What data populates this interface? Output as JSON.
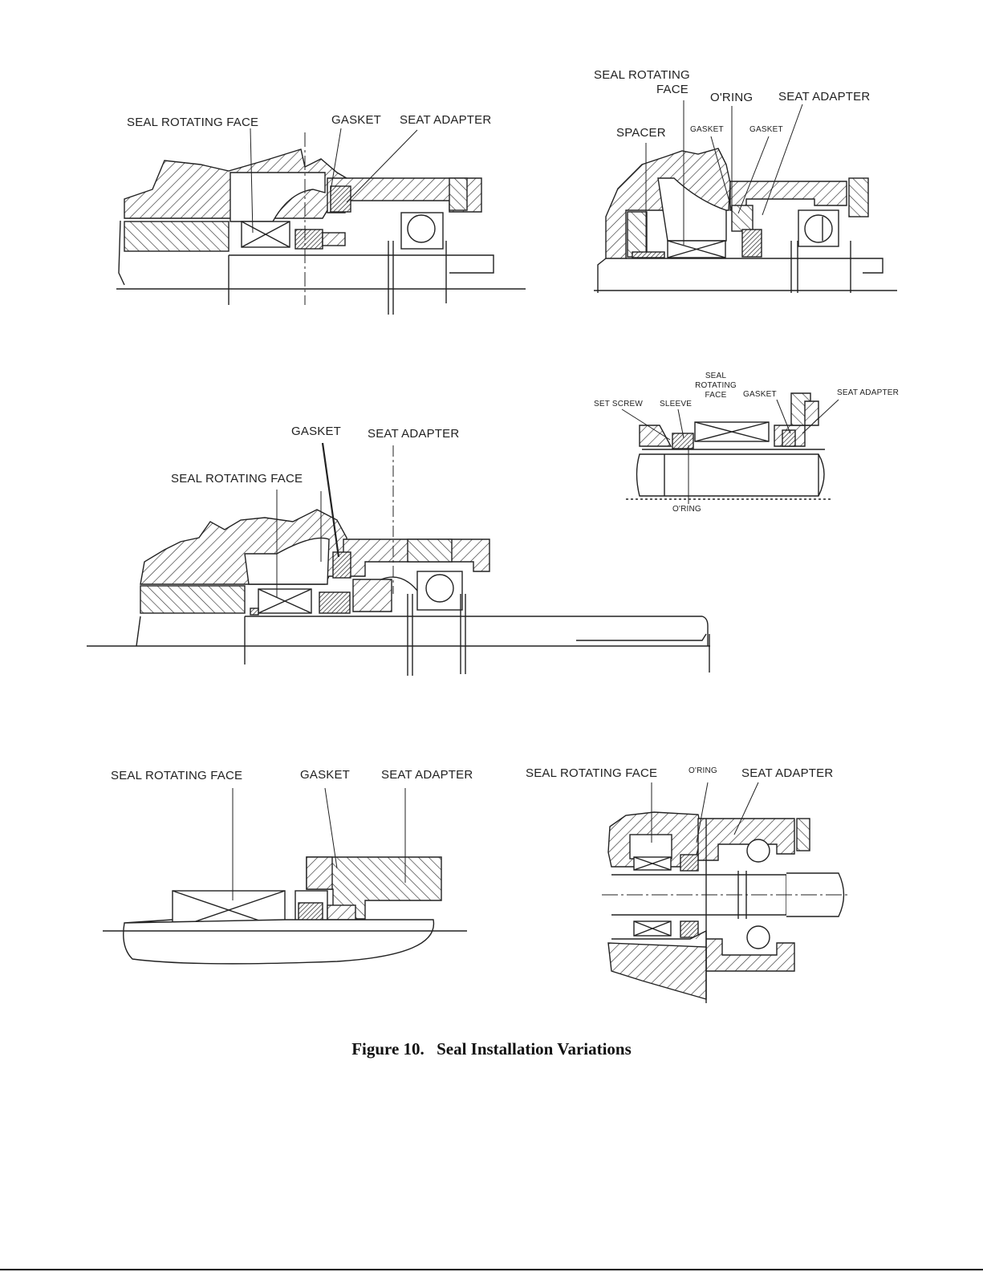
{
  "figure": {
    "number": "Figure 10.",
    "title": "Seal Installation Variations"
  },
  "views": [
    {
      "labels": {
        "seal_face": "SEAL ROTATING FACE",
        "gasket": "GASKET",
        "seat_adapter": "SEAT ADAPTER"
      }
    },
    {
      "labels": {
        "seal_face_line1": "SEAL ROTATING",
        "seal_face_line2": "FACE",
        "oring": "O'RING",
        "seat_adapter": "SEAT ADAPTER",
        "spacer": "SPACER",
        "gasket_a": "GASKET",
        "gasket_b": "GASKET"
      }
    },
    {
      "labels": {
        "set_screw": "SET SCREW",
        "sleeve": "SLEEVE",
        "seal_line1": "SEAL",
        "seal_line2": "ROTATING",
        "seal_line3": "FACE",
        "gasket": "GASKET",
        "seat_adapter": "SEAT ADAPTER",
        "oring": "O'RING"
      }
    },
    {
      "labels": {
        "gasket": "GASKET",
        "seat_adapter": "SEAT ADAPTER",
        "seal_face": "SEAL ROTATING FACE"
      }
    },
    {
      "labels": {
        "seal_face": "SEAL ROTATING FACE",
        "gasket": "GASKET",
        "seat_adapter": "SEAT ADAPTER"
      }
    },
    {
      "labels": {
        "seal_face": "SEAL ROTATING FACE",
        "oring": "O'RING",
        "seat_adapter": "SEAT ADAPTER"
      }
    }
  ]
}
